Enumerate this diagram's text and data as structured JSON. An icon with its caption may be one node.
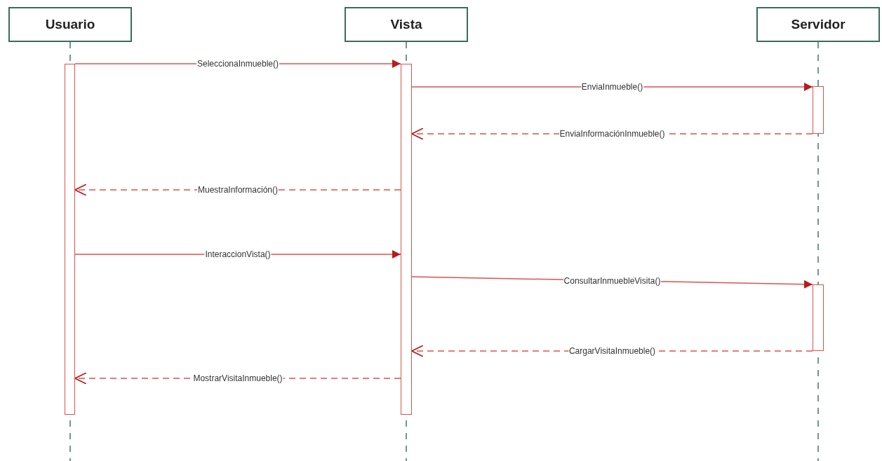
{
  "diagram": {
    "nodes": [
      {
        "text": [
          "Usuario"
        ]
      },
      {
        "text": [
          "Vista"
        ]
      },
      {
        "text": [
          "Servidor"
        ]
      },
      {
        "text": [],
        "shape": "bar"
      },
      {
        "text": [],
        "shape": "bar"
      },
      {
        "text": [],
        "shape": "bar"
      },
      {
        "text": [],
        "shape": "bar"
      }
    ],
    "edges": [
      {
        "from": 3,
        "to": 4,
        "arrow": "to",
        "label": "SeleccionaInmueble()"
      },
      {
        "from": 4,
        "to": 5,
        "arrow": "to",
        "label": "EnviaInmueble()"
      },
      {
        "from": 5,
        "to": 4,
        "arrow": "to",
        "label": "EnviaInformaciónInmueble()",
        "style": "dashed"
      },
      {
        "from": 4,
        "to": 3,
        "arrow": "to",
        "label": "MuestraInformación()",
        "style": "dashed"
      },
      {
        "from": 3,
        "to": 4,
        "arrow": "to",
        "label": "InteraccionVista()"
      },
      {
        "from": 4,
        "to": 6,
        "arrow": "to",
        "label": "ConsultarInmuebleVisita()"
      },
      {
        "from": 6,
        "to": 4,
        "arrow": "to",
        "label": "CargarVisitaInmueble()",
        "style": "dashed"
      },
      {
        "from": 4,
        "to": 3,
        "arrow": "to",
        "label": "MostrarVisitaInmueble()",
        "style": "dashed"
      }
    ]
  }
}
